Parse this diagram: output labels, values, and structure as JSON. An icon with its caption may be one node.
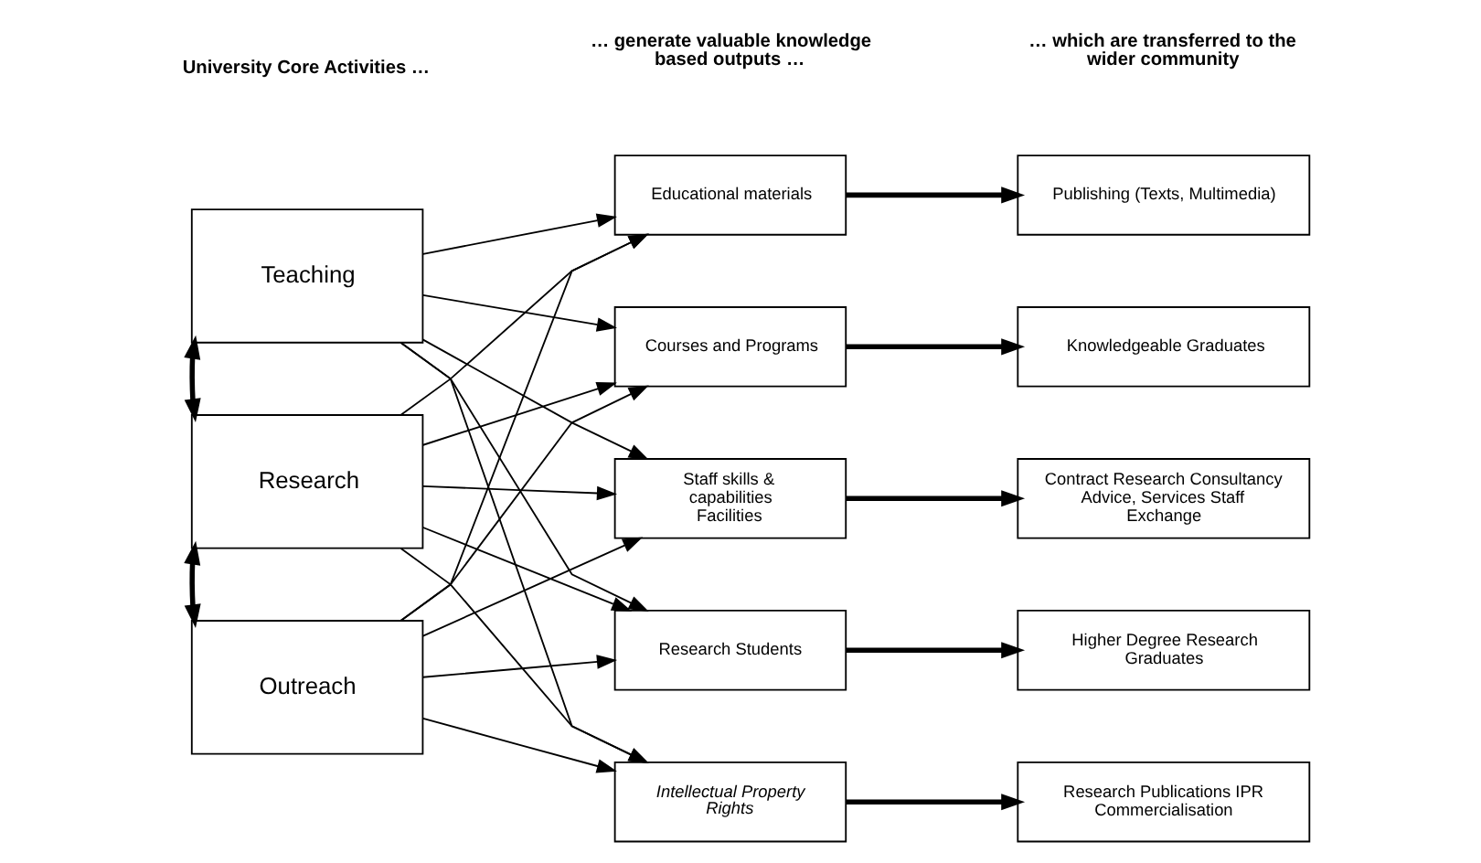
{
  "diagram": {
    "nodes": [
      {
        "text": [
          "Teaching"
        ]
      },
      {
        "text": [
          "Research"
        ]
      },
      {
        "text": [
          "Outreach"
        ]
      },
      {
        "text": [
          "Educational materials"
        ]
      },
      {
        "text": [
          "Courses and Programs"
        ]
      },
      {
        "text": [
          "Staff skills & capabilities Facilities"
        ]
      },
      {
        "text": [
          "Research Students"
        ]
      },
      {
        "text": [
          "Intellectual Property Rights"
        ]
      },
      {
        "text": [
          "Publishing (Texts, Multimedia)"
        ]
      },
      {
        "text": [
          "Knowledgeable Graduates"
        ]
      },
      {
        "text": [
          "Contract Research Consultancy Advice, Services Staff Exchange"
        ]
      },
      {
        "text": [
          "Higher Degree Research Graduates"
        ]
      },
      {
        "text": [
          "Research Publications IPR Commercialisation"
        ]
      }
    ],
    "edges": [
      {
        "from": 0,
        "to": 1,
        "arrow": "both",
        "style": "thick"
      },
      {
        "from": 1,
        "to": 2,
        "arrow": "both",
        "style": "thick"
      },
      {
        "from": 0,
        "to": 3,
        "arrow": "to"
      },
      {
        "from": 0,
        "to": 4,
        "arrow": "to"
      },
      {
        "from": 0,
        "to": 5,
        "arrow": "to"
      },
      {
        "from": 0,
        "to": 6,
        "arrow": "to"
      },
      {
        "from": 0,
        "to": 7,
        "arrow": "to"
      },
      {
        "from": 1,
        "to": 3,
        "arrow": "to"
      },
      {
        "from": 1,
        "to": 4,
        "arrow": "to"
      },
      {
        "from": 1,
        "to": 5,
        "arrow": "to"
      },
      {
        "from": 1,
        "to": 6,
        "arrow": "to"
      },
      {
        "from": 1,
        "to": 7,
        "arrow": "to"
      },
      {
        "from": 2,
        "to": 3,
        "arrow": "to"
      },
      {
        "from": 2,
        "to": 4,
        "arrow": "to"
      },
      {
        "from": 2,
        "to": 5,
        "arrow": "to"
      },
      {
        "from": 2,
        "to": 6,
        "arrow": "to"
      },
      {
        "from": 2,
        "to": 7,
        "arrow": "to"
      },
      {
        "from": 3,
        "to": 8,
        "arrow": "to",
        "style": "thick"
      },
      {
        "from": 4,
        "to": 9,
        "arrow": "to",
        "style": "thick"
      },
      {
        "from": 5,
        "to": 10,
        "arrow": "to",
        "style": "thick"
      },
      {
        "from": 6,
        "to": 11,
        "arrow": "to",
        "style": "thick"
      },
      {
        "from": 7,
        "to": 12,
        "arrow": "to",
        "style": "thick"
      }
    ],
    "labels": [
      "University Core Activities …",
      "… generate valuable knowledge based outputs …",
      "… which are transferred to the wider community"
    ]
  }
}
